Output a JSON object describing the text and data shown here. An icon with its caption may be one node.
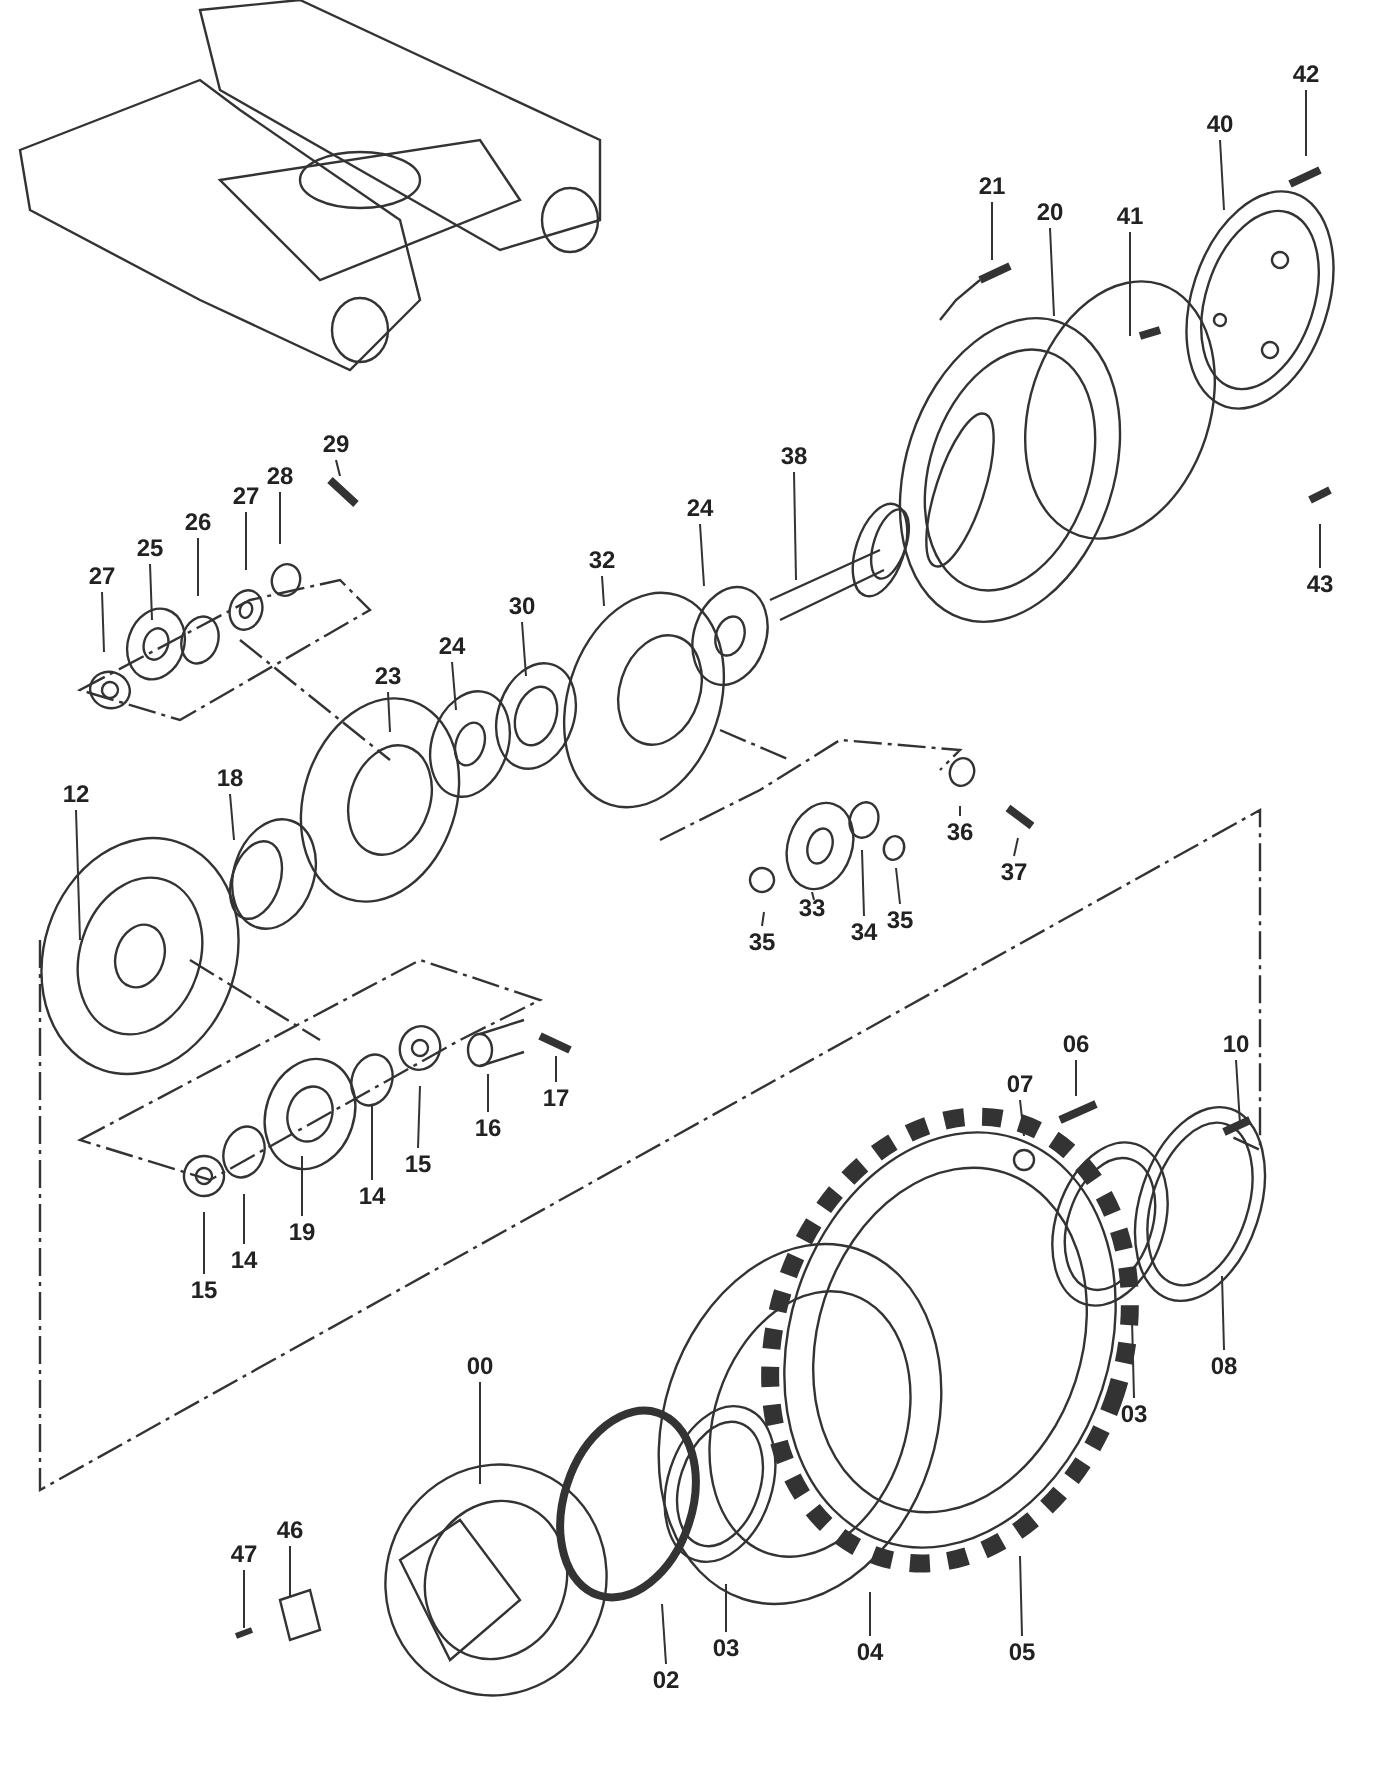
{
  "diagram": {
    "nodes": [
      {
        "text": [
          "42"
        ]
      },
      {
        "text": [
          "40"
        ]
      },
      {
        "text": [
          "21"
        ]
      },
      {
        "text": [
          "20"
        ]
      },
      {
        "text": [
          "41"
        ]
      },
      {
        "text": [
          "29"
        ]
      },
      {
        "text": [
          "38"
        ]
      },
      {
        "text": [
          "28"
        ]
      },
      {
        "text": [
          "27"
        ]
      },
      {
        "text": [
          "24"
        ]
      },
      {
        "text": [
          "26"
        ]
      },
      {
        "text": [
          "25"
        ]
      },
      {
        "text": [
          "32"
        ]
      },
      {
        "text": [
          "27"
        ]
      },
      {
        "text": [
          "43"
        ]
      },
      {
        "text": [
          "30"
        ]
      },
      {
        "text": [
          "24"
        ]
      },
      {
        "text": [
          "23"
        ]
      },
      {
        "text": [
          "18"
        ]
      },
      {
        "text": [
          "12"
        ]
      },
      {
        "text": [
          "36"
        ]
      },
      {
        "text": [
          "37"
        ]
      },
      {
        "text": [
          "33"
        ]
      },
      {
        "text": [
          "35"
        ]
      },
      {
        "text": [
          "34"
        ]
      },
      {
        "text": [
          "35"
        ]
      },
      {
        "text": [
          "06"
        ]
      },
      {
        "text": [
          "10"
        ]
      },
      {
        "text": [
          "07"
        ]
      },
      {
        "text": [
          "17"
        ]
      },
      {
        "text": [
          "16"
        ]
      },
      {
        "text": [
          "15"
        ]
      },
      {
        "text": [
          "14"
        ]
      },
      {
        "text": [
          "19"
        ]
      },
      {
        "text": [
          "14"
        ]
      },
      {
        "text": [
          "15"
        ]
      },
      {
        "text": [
          "00"
        ]
      },
      {
        "text": [
          "08"
        ]
      },
      {
        "text": [
          "03"
        ]
      },
      {
        "text": [
          "46"
        ]
      },
      {
        "text": [
          "47"
        ]
      },
      {
        "text": [
          "04"
        ]
      },
      {
        "text": [
          "05"
        ]
      },
      {
        "text": [
          "03"
        ]
      },
      {
        "text": [
          "02"
        ]
      }
    ],
    "edges": [
      {
        "from": 0,
        "to": null,
        "arrow": "none"
      },
      {
        "from": 1,
        "to": null,
        "arrow": "none"
      },
      {
        "from": 2,
        "to": null,
        "arrow": "none"
      },
      {
        "from": 3,
        "to": null,
        "arrow": "none"
      },
      {
        "from": 4,
        "to": null,
        "arrow": "none"
      },
      {
        "from": 5,
        "to": null,
        "arrow": "none"
      },
      {
        "from": 6,
        "to": null,
        "arrow": "none"
      },
      {
        "from": 7,
        "to": null,
        "arrow": "none"
      },
      {
        "from": 8,
        "to": null,
        "arrow": "none"
      },
      {
        "from": 9,
        "to": null,
        "arrow": "none"
      },
      {
        "from": 10,
        "to": null,
        "arrow": "none"
      },
      {
        "from": 11,
        "to": null,
        "arrow": "none"
      },
      {
        "from": 12,
        "to": null,
        "arrow": "none"
      },
      {
        "from": 13,
        "to": null,
        "arrow": "none"
      },
      {
        "from": 14,
        "to": null,
        "arrow": "none"
      },
      {
        "from": 15,
        "to": null,
        "arrow": "none"
      },
      {
        "from": 16,
        "to": null,
        "arrow": "none"
      },
      {
        "from": 17,
        "to": null,
        "arrow": "none"
      },
      {
        "from": 18,
        "to": null,
        "arrow": "none"
      },
      {
        "from": 19,
        "to": null,
        "arrow": "none"
      },
      {
        "from": 20,
        "to": null,
        "arrow": "none"
      },
      {
        "from": 21,
        "to": null,
        "arrow": "none"
      },
      {
        "from": 22,
        "to": null,
        "arrow": "none"
      },
      {
        "from": 23,
        "to": null,
        "arrow": "none"
      },
      {
        "from": 24,
        "to": null,
        "arrow": "none"
      },
      {
        "from": 25,
        "to": null,
        "arrow": "none"
      },
      {
        "from": 26,
        "to": null,
        "arrow": "none"
      },
      {
        "from": 27,
        "to": null,
        "arrow": "none"
      },
      {
        "from": 28,
        "to": null,
        "arrow": "none"
      },
      {
        "from": 29,
        "to": null,
        "arrow": "none"
      },
      {
        "from": 30,
        "to": null,
        "arrow": "none"
      },
      {
        "from": 31,
        "to": null,
        "arrow": "none"
      },
      {
        "from": 32,
        "to": null,
        "arrow": "none"
      },
      {
        "from": 33,
        "to": null,
        "arrow": "none"
      },
      {
        "from": 34,
        "to": null,
        "arrow": "none"
      },
      {
        "from": 35,
        "to": null,
        "arrow": "none"
      },
      {
        "from": 36,
        "to": null,
        "arrow": "none"
      },
      {
        "from": 37,
        "to": null,
        "arrow": "none"
      },
      {
        "from": 38,
        "to": null,
        "arrow": "none"
      },
      {
        "from": 39,
        "to": null,
        "arrow": "none"
      },
      {
        "from": 40,
        "to": null,
        "arrow": "none"
      },
      {
        "from": 41,
        "to": null,
        "arrow": "none"
      },
      {
        "from": 42,
        "to": null,
        "arrow": "none"
      },
      {
        "from": 43,
        "to": null,
        "arrow": "none"
      },
      {
        "from": 44,
        "to": null,
        "arrow": "none"
      }
    ]
  }
}
